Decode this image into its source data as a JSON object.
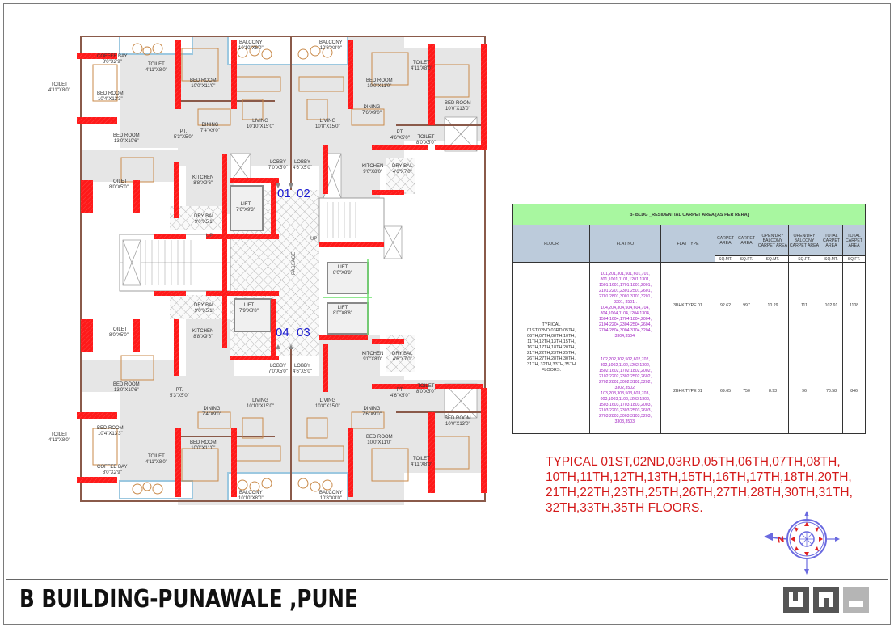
{
  "title": "B  BUILDING-PUNAWALE ,PUNE",
  "floor_plan": {
    "unit_numbers": [
      "01",
      "02",
      "03",
      "04"
    ],
    "rooms": [
      {
        "id": "u01-coffee-bay",
        "name": "COFFEE BAY",
        "size": "8'0\"X2'9\""
      },
      {
        "id": "u01-toilet-a",
        "name": "TOILET",
        "size": "4'11\"X8'0\""
      },
      {
        "id": "u01-toilet-b",
        "name": "TOILET",
        "size": "4'11\"X8'0\""
      },
      {
        "id": "u01-bed-1",
        "name": "BED ROOM",
        "size": "10'4\"X13'3\""
      },
      {
        "id": "u01-bed-2",
        "name": "BED ROOM",
        "size": "10'0\"X11'0\""
      },
      {
        "id": "u01-bed-3",
        "name": "BED ROOM",
        "size": "13'0\"X10'6\""
      },
      {
        "id": "u01-balcony",
        "name": "BALCONY",
        "size": "10'10\"X8'0\""
      },
      {
        "id": "u01-living",
        "name": "LIVING",
        "size": "10'10\"X15'0\""
      },
      {
        "id": "u01-dining",
        "name": "DINING",
        "size": "7'4\"X9'0\""
      },
      {
        "id": "u01-pt",
        "name": "PT.",
        "size": "5'3\"X5'0\""
      },
      {
        "id": "u01-toilet-c",
        "name": "TOILET",
        "size": "8'0\"X5'0\""
      },
      {
        "id": "u01-kitchen",
        "name": "KITCHEN",
        "size": "8'8\"X9'6\""
      },
      {
        "id": "u01-dry-bal",
        "name": "DRY BAL",
        "size": "9'0\"X5'1\""
      },
      {
        "id": "u01-lobby",
        "name": "LOBBY",
        "size": "7'0\"X5'0\""
      },
      {
        "id": "lift-1",
        "name": "LIFT",
        "size": "7'6\"X9'3\""
      },
      {
        "id": "u02-balcony",
        "name": "BALCONY",
        "size": "10'8\"X8'0\""
      },
      {
        "id": "u02-living",
        "name": "LIVING",
        "size": "10'8\"X15'0\""
      },
      {
        "id": "u02-lobby",
        "name": "LOBBY",
        "size": "4'6\"X5'0\""
      },
      {
        "id": "u02-bed-1",
        "name": "BED ROOM",
        "size": "10'0\"X11'0\""
      },
      {
        "id": "u02-toilet-a",
        "name": "TOILET",
        "size": "4'11\"X8'0\""
      },
      {
        "id": "u02-bed-2",
        "name": "BED ROOM",
        "size": "10'0\"X13'0\""
      },
      {
        "id": "u02-dining",
        "name": "DINING",
        "size": "7'6\"X9'0\""
      },
      {
        "id": "u02-pt",
        "name": "PT.",
        "size": "4'6\"X5'0\""
      },
      {
        "id": "u02-toilet-b",
        "name": "TOILET",
        "size": "8'0\"X5'0\""
      },
      {
        "id": "u02-kitchen",
        "name": "KITCHEN",
        "size": "9'0\"X8'0\""
      },
      {
        "id": "u02-dry-bal",
        "name": "DRY BAL",
        "size": "4'6\"X7'0\""
      },
      {
        "id": "passage",
        "name": "PASSAGE",
        "size": ""
      },
      {
        "id": "lift-2",
        "name": "LIFT",
        "size": "8'0\"X8'8\""
      },
      {
        "id": "lift-3",
        "name": "LIFT",
        "size": "8'0\"X8'8\""
      },
      {
        "id": "lift-4",
        "name": "LIFT",
        "size": "7'9\"X8'8\""
      },
      {
        "id": "u04-dry-bal",
        "name": "DRY BAL",
        "size": "9'0\"X5'1\""
      },
      {
        "id": "u04-toilet-a",
        "name": "TOILET",
        "size": "8'0\"X5'0\""
      },
      {
        "id": "u04-kitchen",
        "name": "KITCHEN",
        "size": "8'8\"X9'6\""
      },
      {
        "id": "u04-bed-1",
        "name": "BED ROOM",
        "size": "13'0\"X10'6\""
      },
      {
        "id": "u04-pt",
        "name": "PT.",
        "size": "5'3\"X5'0\""
      },
      {
        "id": "u04-lobby",
        "name": "LOBBY",
        "size": "7'0\"X5'0\""
      },
      {
        "id": "u04-living",
        "name": "LIVING",
        "size": "10'10\"X15'0\""
      },
      {
        "id": "u04-dining",
        "name": "DINING",
        "size": "7'4\"X9'0\""
      },
      {
        "id": "u04-bed-2",
        "name": "BED ROOM",
        "size": "10'4\"X13'3\""
      },
      {
        "id": "u04-toilet-b",
        "name": "TOILET",
        "size": "4'11\"X8'0\""
      },
      {
        "id": "u04-bed-3",
        "name": "BED ROOM",
        "size": "10'0\"X11'0\""
      },
      {
        "id": "u04-toilet-c",
        "name": "TOILET",
        "size": "4'11\"X8'0\""
      },
      {
        "id": "u04-coffee-bay",
        "name": "COFFEE BAY",
        "size": "8'0\"X2'9\""
      },
      {
        "id": "u04-balcony",
        "name": "BALCONY",
        "size": "10'10\"X8'0\""
      },
      {
        "id": "u03-kitchen",
        "name": "KITCHEN",
        "size": "9'0\"X8'0\""
      },
      {
        "id": "u03-dry-bal",
        "name": "DRY BAL",
        "size": "4'6\"X7'0\""
      },
      {
        "id": "u03-lobby",
        "name": "LOBBY",
        "size": "4'6\"X5'0\""
      },
      {
        "id": "u03-living",
        "name": "LIVING",
        "size": "10'8\"X15'0\""
      },
      {
        "id": "u03-dining",
        "name": "DINING",
        "size": "7'6\"X9'0\""
      },
      {
        "id": "u03-pt",
        "name": "PT.",
        "size": "4'6\"X5'0\""
      },
      {
        "id": "u03-toilet-a",
        "name": "TOILET",
        "size": "8'0\"X5'0\""
      },
      {
        "id": "u03-bed-1",
        "name": "BED ROOM",
        "size": "10'0\"X13'0\""
      },
      {
        "id": "u03-bed-2",
        "name": "BED ROOM",
        "size": "10'0\"X11'0\""
      },
      {
        "id": "u03-toilet-b",
        "name": "TOILET",
        "size": "4'11\"X8'0\""
      },
      {
        "id": "u03-balcony",
        "name": "BALCONY",
        "size": "10'8\"X8'0\""
      }
    ],
    "stair_labels": [
      "UP",
      "UP"
    ]
  },
  "area_table": {
    "title": "B- BLDG _RESIDENTIAL CARPET AREA  [AS PER RERA]",
    "headers": [
      "FLOOR",
      "FLAT NO",
      "FLAT TYPE",
      "CARPET AREA",
      "CARPET AREA",
      "OPEN/DRY BALCONY CARPET AREA",
      "OPEN/DRY BALCONY CARPET AREA",
      "TOTAL CARPET AREA",
      "TOTAL CARPET AREA"
    ],
    "units": [
      "SQ.MT.",
      "SQ.FT.",
      "SQ.MT.",
      "SQ.FT.",
      "SQ.MT.",
      "SQ.FT."
    ],
    "floor_cell": "TYPICAL\n01ST,02ND,03RD,05TH,\n06TH,07TH,08TH,10TH,\n11TH,12TH,13TH,15TH,\n16TH,17TH,18TH,20TH,\n21TH,22TH,23TH,25TH,\n26TH,27TH,28TH,30TH,\n31TH, 32TH,33TH,35TH\nFLOORS.",
    "rows": [
      {
        "flat_no": "101,201,301,501,601,701,\n801,1001,1101,1201,1301,\n1501,1601,1701,1801,2001,\n2101,2201,2301,2501,2601,\n2701,2801,3001,3101,3201,\n3301, 3501 .\n104,204,304,504,604,704,\n804,1004,1104,1204,1304,\n1504,1604,1704,1804,2004,\n2104,2204,2304,2504,2604,\n2704,2804,3004,3104,3204,\n3304,3504.",
        "flat_type": "3BHK TYPE 01",
        "carpet_sqmt": "92.62",
        "carpet_sqft": "997",
        "balcony_sqmt": "10.29",
        "balcony_sqft": "111",
        "total_sqmt": "102.91",
        "total_sqft": "1108"
      },
      {
        "flat_no": "102,202,302,502,602,702,\n802,1002,1102,1202,1302,\n1502,1602,1702,1802,2002,\n2102,2202,2302,2502,2602,\n2702,2802,3002,3102,3202,\n3302,3502.\n103,203,303,503,603,703,\n803,1003,1103,1203,1303,\n1503,1603,1703,1803,2003,\n2103,2203,2303,2503,2603,\n2703,2803,3003,3103,3203,\n3303,3503.",
        "flat_type": "2BHK TYPE 01",
        "carpet_sqmt": "69.65",
        "carpet_sqft": "750",
        "balcony_sqmt": "8.93",
        "balcony_sqft": "96",
        "total_sqmt": "78.58",
        "total_sqft": "846"
      }
    ]
  },
  "floors_note": "TYPICAL 01ST,02ND,03RD,05TH,06TH,07TH,08TH, 10TH,11TH,12TH,13TH,15TH,16TH,17TH,18TH,20TH, 21TH,22TH,23TH,25TH,26TH,27TH,28TH,30TH,31TH, 32TH,33TH,35TH FLOORS.",
  "compass": {
    "label": "N"
  },
  "colors": {
    "wall_red": "#ff1a1a",
    "furniture": "#c98a4a",
    "unit_number": "#1a1ad0",
    "table_title_bg": "#a8f7a0",
    "table_header_bg": "#bccbdb",
    "flat_no_text": "#a020c0",
    "note_red": "#d41a1a",
    "compass_blue": "#6a6ae0"
  }
}
